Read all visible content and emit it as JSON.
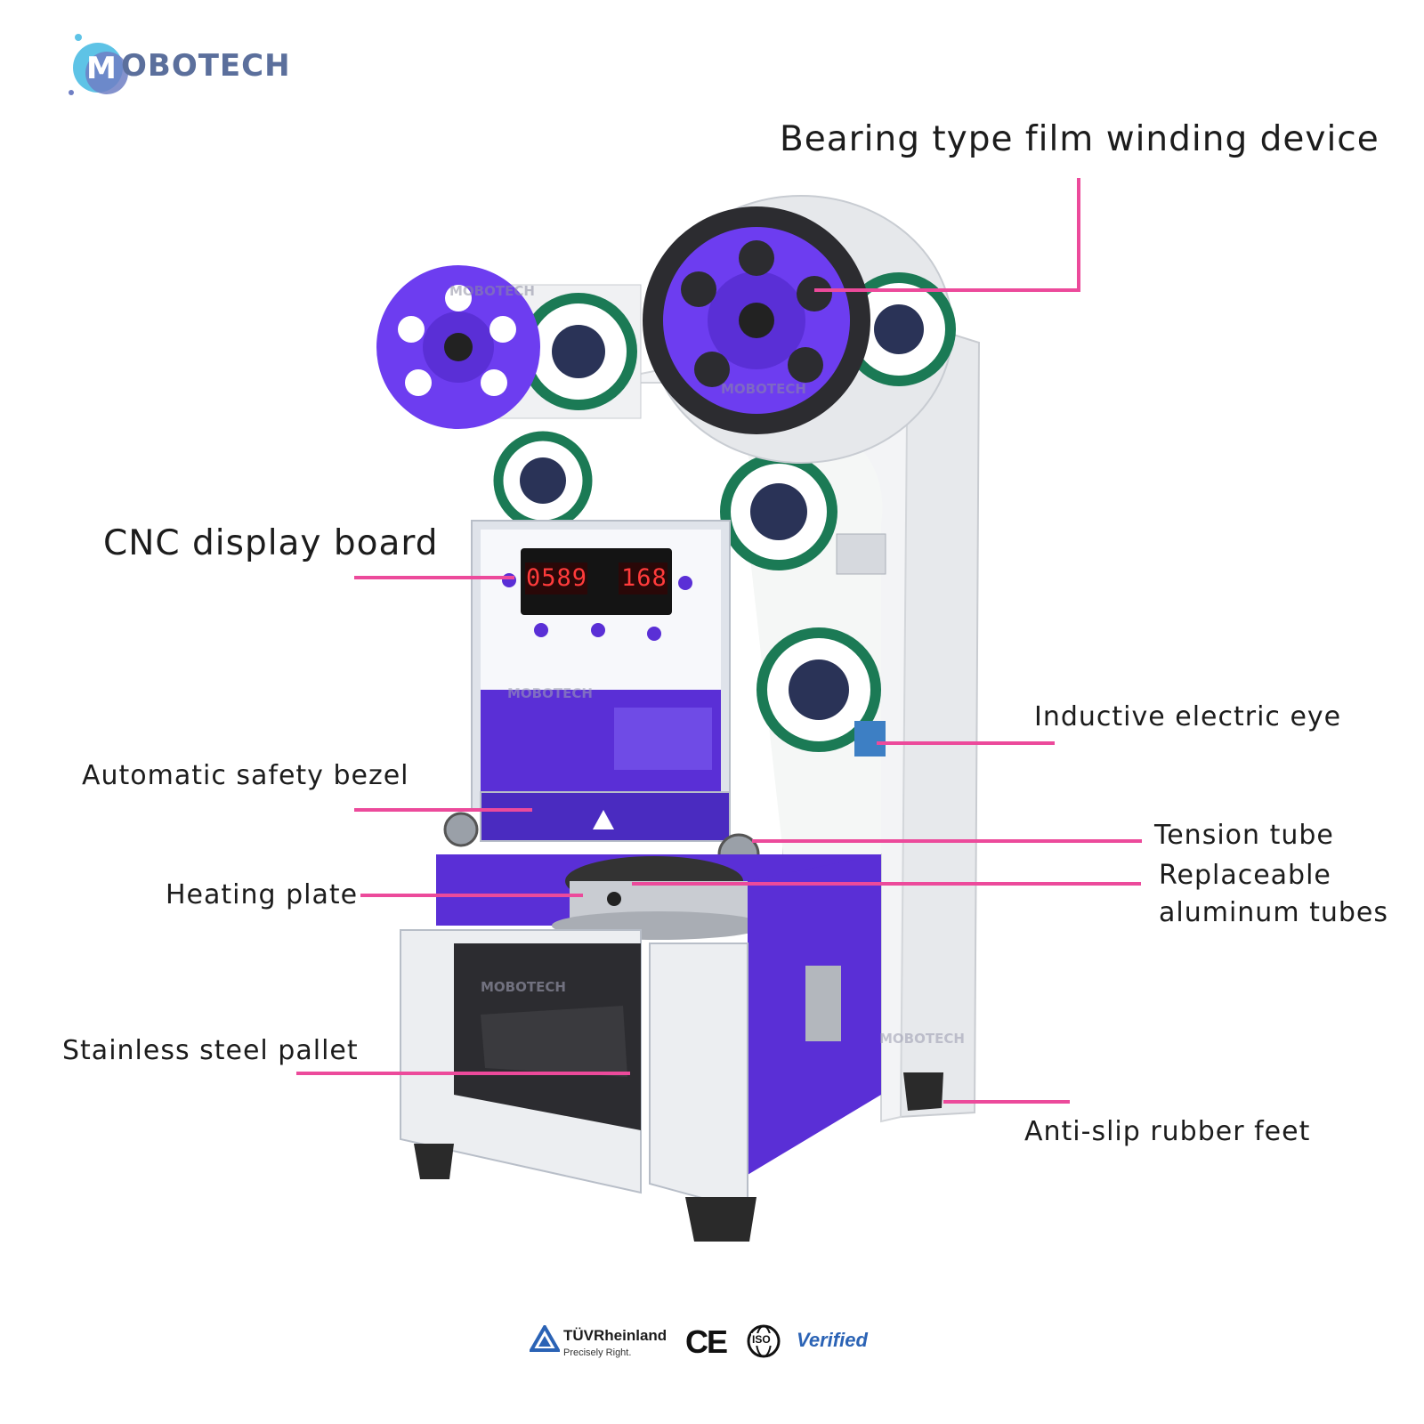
{
  "brand": {
    "name": "MOBOTECH",
    "watermark": "MOBOTECH"
  },
  "labels": {
    "film_winding": "Bearing type film winding device",
    "cnc_display": "CNC display board",
    "electric_eye": "Inductive electric eye",
    "safety_bezel": "Automatic safety bezel",
    "tension_tube": "Tension tube",
    "aluminum_tubes_1": "Replaceable",
    "aluminum_tubes_2": "aluminum tubes",
    "heating_plate": "Heating plate",
    "pallet": "Stainless steel pallet",
    "rubber_feet": "Anti-slip rubber feet"
  },
  "display": {
    "left_readout": "0589",
    "right_readout": "168"
  },
  "certifications": {
    "tuv_name": "TÜVRheinland",
    "tuv_slogan": "Precisely Right.",
    "ce": "CE",
    "iso": "ISO",
    "verified": "Verified"
  },
  "colors": {
    "leader": "#ec4a9b",
    "machine_purple": "#5a2fd6",
    "reel_purple": "#6d3df0",
    "brand_blue": "#5b6f9c"
  }
}
